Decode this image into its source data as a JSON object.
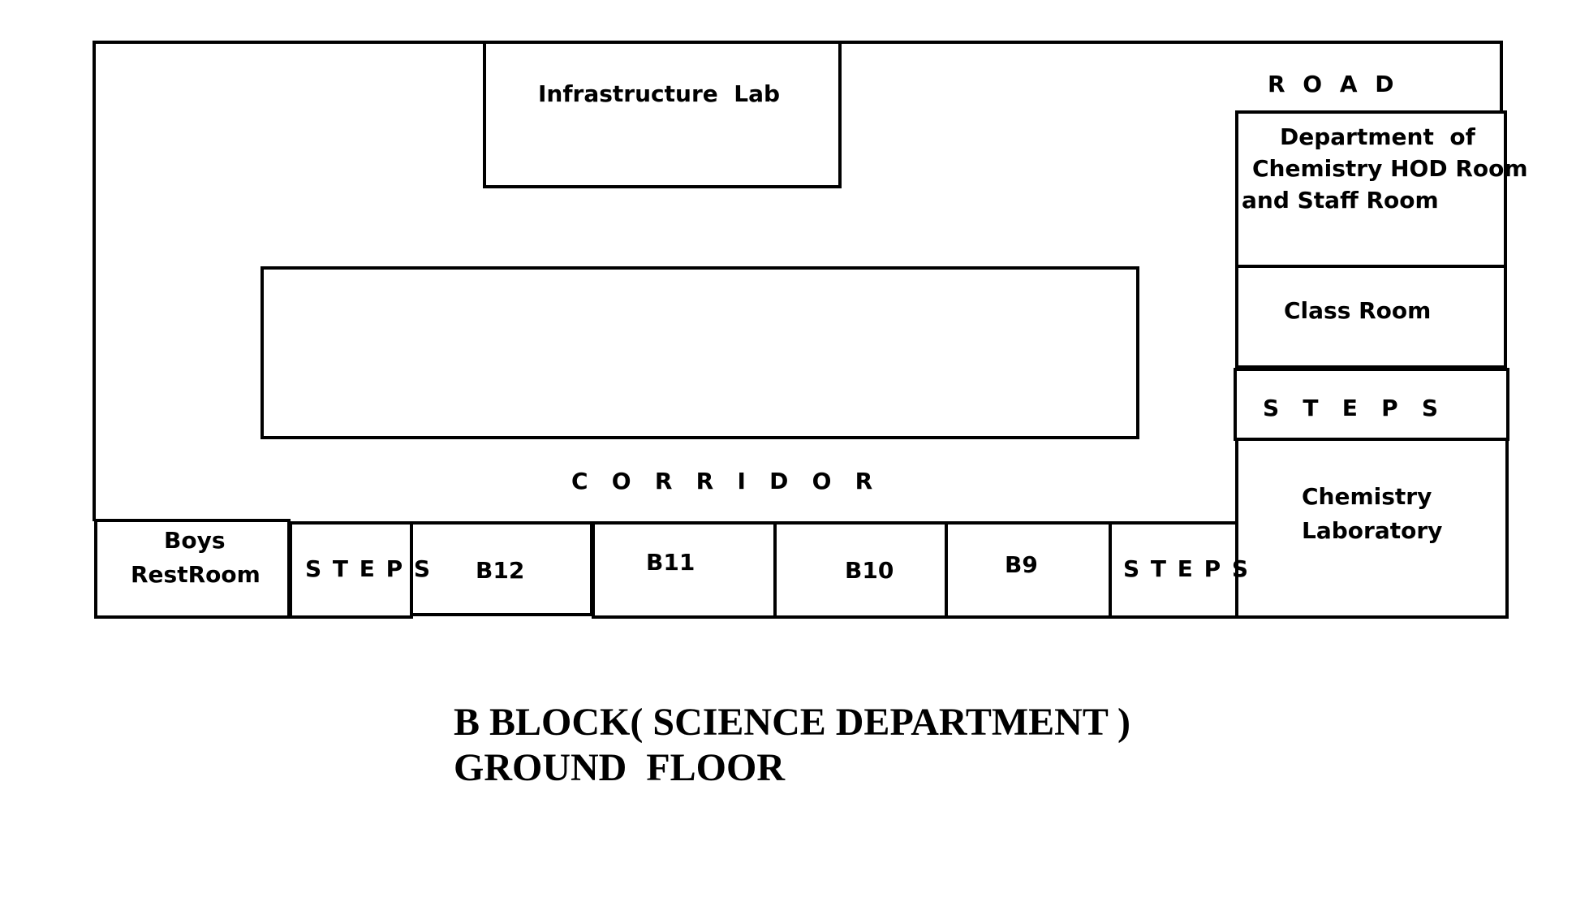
{
  "plan": {
    "rooms": {
      "infrastructure_lab": "Infrastructure  Lab",
      "road": "R O A D",
      "chem_hod_line1": "Department  of",
      "chem_hod_line2": "Chemistry HOD Room",
      "chem_hod_line3": "and Staff Room",
      "class_room": "Class Room",
      "steps_right": "S   T   E   P   S",
      "corridor": "C   O   R   R   I   D   O   R",
      "chemistry_lab_line1": "Chemistry",
      "chemistry_lab_line2": "Laboratory",
      "boys_line1": "Boys",
      "boys_line2": "RestRoom",
      "steps_left": "S T E P S",
      "b12": "B12",
      "b11": "B11",
      "b10": "B10",
      "b9": "B9",
      "steps_middle": "S T E P S"
    },
    "caption": {
      "line1": "B BLOCK( SCIENCE DEPARTMENT )",
      "line2": "GROUND  FLOOR"
    }
  }
}
